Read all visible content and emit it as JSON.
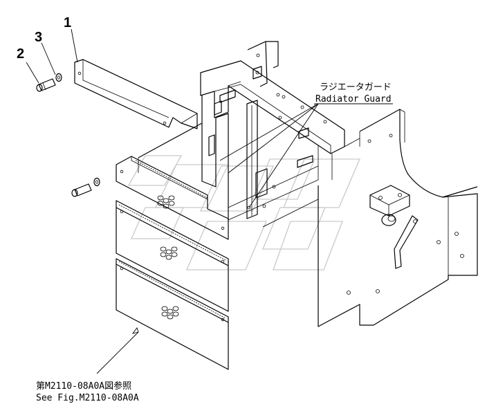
{
  "callouts": [
    {
      "id": "1",
      "label": "1"
    },
    {
      "id": "2",
      "label": "2"
    },
    {
      "id": "3",
      "label": "3"
    }
  ],
  "radiator_guard": {
    "jp": "ラジエータガード",
    "en": "Radiator Guard"
  },
  "reference": {
    "jp": "第M2110-08A0A図参照",
    "en": "See Fig.M2110-08A0A"
  },
  "watermark": "Komatsu"
}
